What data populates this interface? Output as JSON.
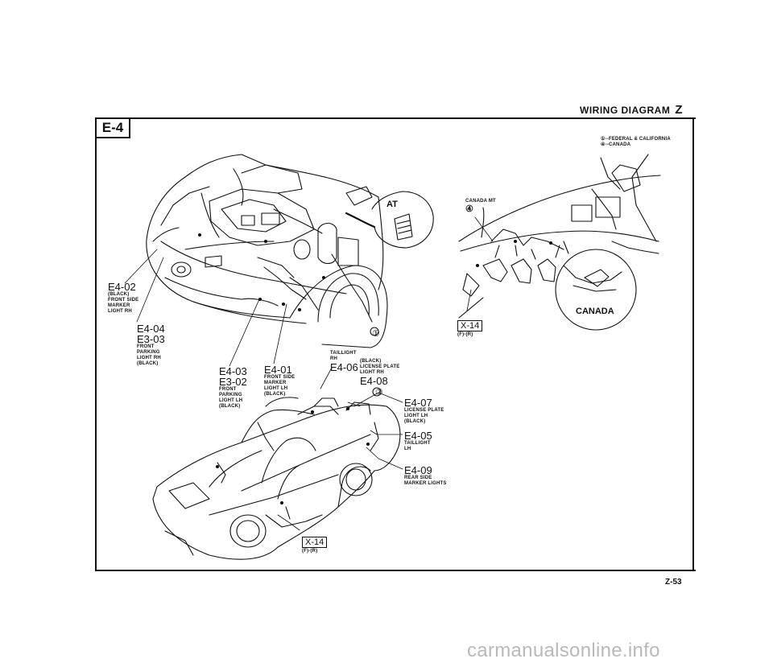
{
  "page_id": "E-4",
  "title": "WIRING DIAGRAM",
  "title_letter": "Z",
  "page_number": "Z-53",
  "footer": "carmanualsonline.info",
  "legend": {
    "line1": "①--FEDERAL & CALIFORNIA",
    "line2": "④--CANADA"
  },
  "callouts": {
    "at": "AT",
    "canada": "CANADA",
    "canada_mt": "CANADA MT",
    "canada_mt_num": "④",
    "circle1": "①",
    "circle7": "⑦"
  },
  "connectors": [
    {
      "code": "E4-02",
      "desc": [
        "(BLACK)",
        "FRONT SIDE",
        "MARKER",
        "LIGHT RH"
      ]
    },
    {
      "code": "E4-04",
      "code2": "E3-03",
      "desc": [
        "FRONT",
        "PARKING",
        "LIGHT RH",
        "(BLACK)"
      ]
    },
    {
      "code": "E4-03",
      "code2": "E3-02",
      "desc": [
        "FRONT",
        "PARKING",
        "LIGHT LH",
        "(BLACK)"
      ]
    },
    {
      "code": "E4-01",
      "desc": [
        "FRONT SIDE",
        "MARKER",
        "LIGHT LH",
        "(BLACK)"
      ]
    },
    {
      "code": "E4-06",
      "pre": [
        "TAILLIGHT",
        "RH"
      ],
      "desc": [
        "(BLACK)",
        "LICENSE PLATE",
        "LIGHT RH"
      ],
      "code2": "E4-08"
    },
    {
      "code": "E4-07",
      "desc": [
        "LICENSE PLATE",
        "LIGHT LH",
        "(BLACK)"
      ]
    },
    {
      "code": "E4-05",
      "desc": [
        "TAILLIGHT",
        "LH"
      ]
    },
    {
      "code": "E4-09",
      "desc": [
        "REAR SIDE",
        "MARKER LIGHTS"
      ]
    }
  ],
  "refs": [
    {
      "code": "X-14",
      "sub": "(F)-(R)"
    },
    {
      "code": "X-14",
      "sub": "(F)-(R)"
    }
  ]
}
